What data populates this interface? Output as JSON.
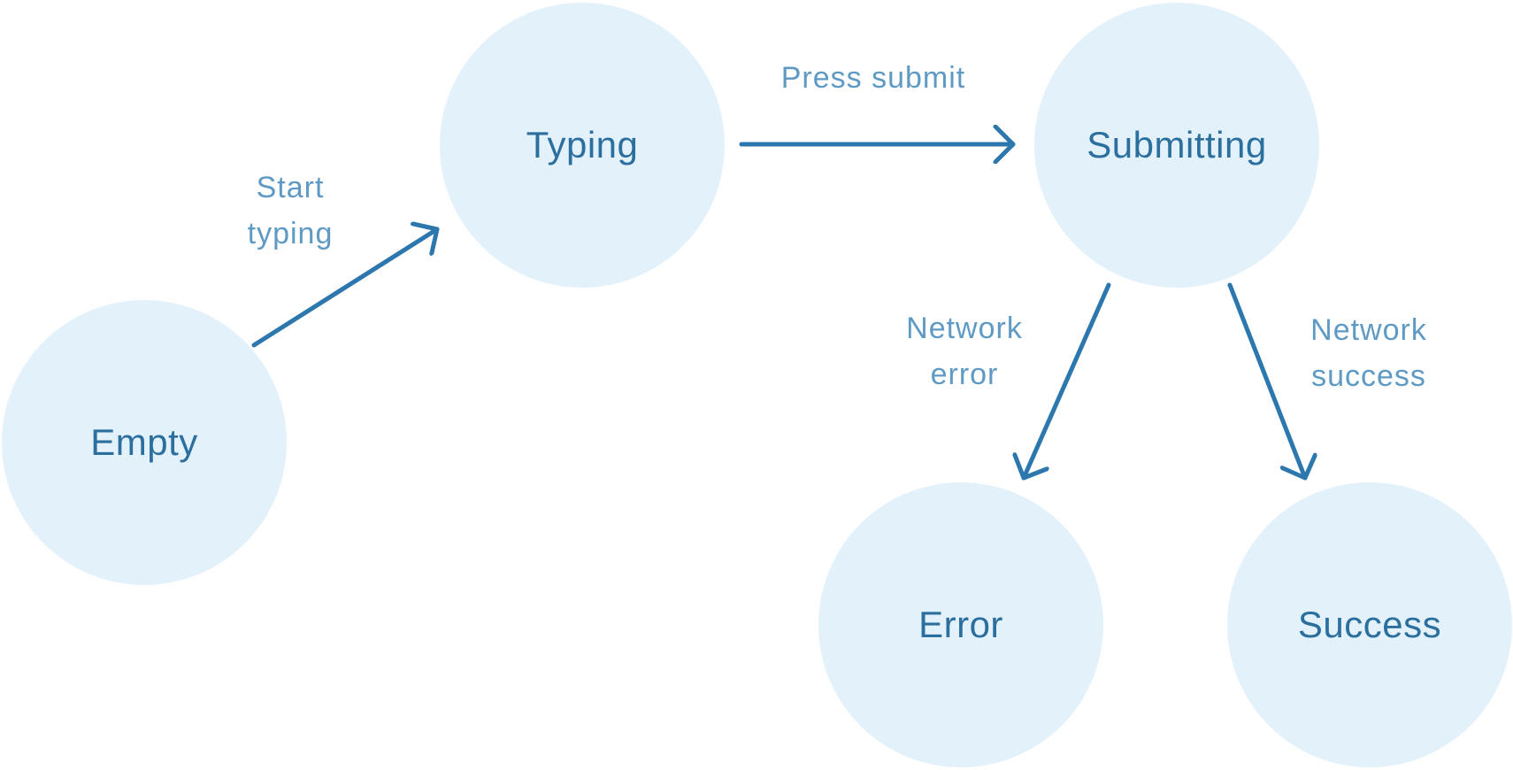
{
  "diagram": {
    "kind": "state-machine",
    "states": [
      {
        "id": "empty",
        "label": "Empty"
      },
      {
        "id": "typing",
        "label": "Typing"
      },
      {
        "id": "submitting",
        "label": "Submitting"
      },
      {
        "id": "error",
        "label": "Error"
      },
      {
        "id": "success",
        "label": "Success"
      }
    ],
    "transitions": [
      {
        "from": "empty",
        "to": "typing",
        "label": "Start typing"
      },
      {
        "from": "typing",
        "to": "submitting",
        "label": "Press submit"
      },
      {
        "from": "submitting",
        "to": "error",
        "label": "Network error"
      },
      {
        "from": "submitting",
        "to": "success",
        "label": "Network success"
      }
    ],
    "colors": {
      "background": "#FFFFFF",
      "state_fill": "#E3F1FB",
      "state_text": "#2B6F9F",
      "edge_label_text": "#5E9AC4",
      "arrow": "#2C77AD"
    }
  }
}
